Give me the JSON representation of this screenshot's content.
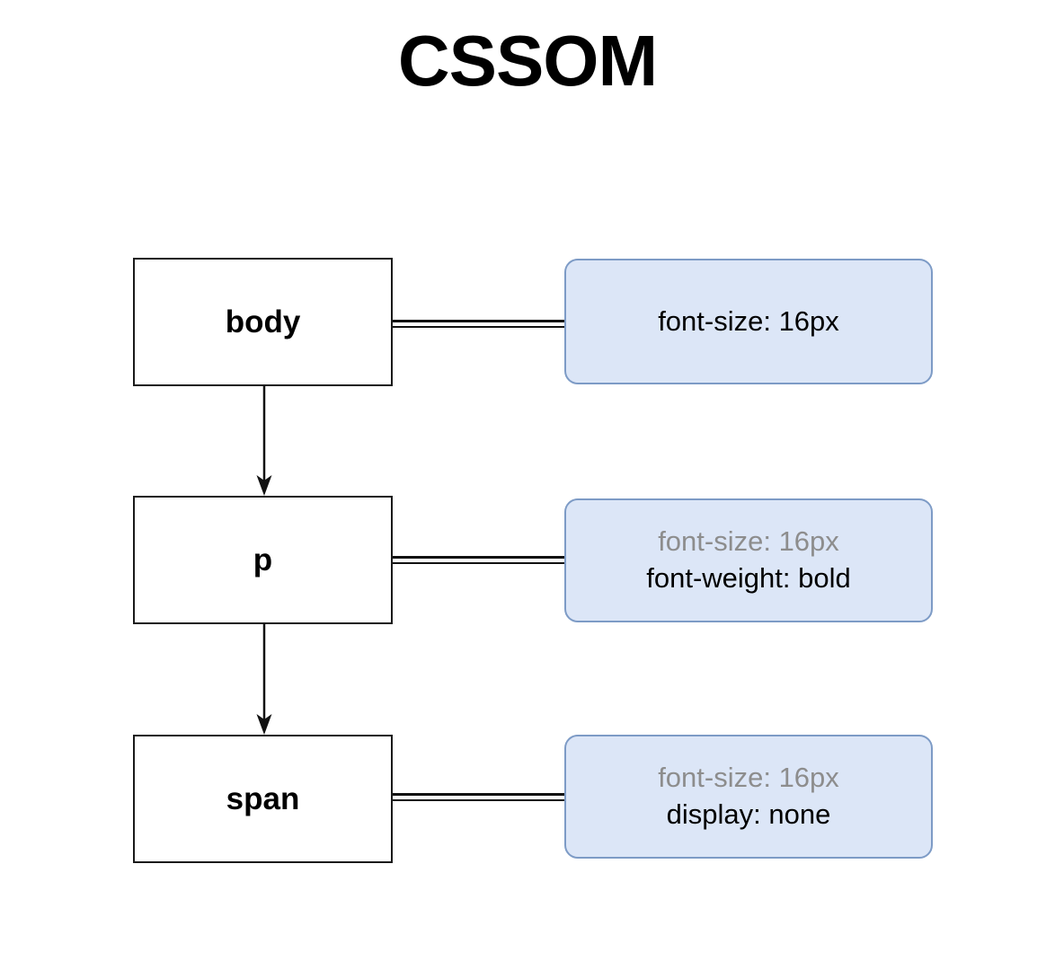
{
  "title": "CSSOM",
  "theme": {
    "background": "#ffffff",
    "node_fill": "#ffffff",
    "node_border": "#1a1a1a",
    "bubble_fill": "#dce6f7",
    "bubble_border": "#7d9bc6",
    "text": "#000000",
    "inherited_text": "#8d8d8d",
    "link": "#111111"
  },
  "nodes": [
    {
      "id": "body",
      "label": "body",
      "styles": [
        {
          "text": "font-size: 16px",
          "inherited": false
        }
      ]
    },
    {
      "id": "p",
      "label": "p",
      "styles": [
        {
          "text": "font-size: 16px",
          "inherited": true
        },
        {
          "text": "font-weight: bold",
          "inherited": false
        }
      ]
    },
    {
      "id": "span",
      "label": "span",
      "styles": [
        {
          "text": "font-size: 16px",
          "inherited": true
        },
        {
          "text": "display: none",
          "inherited": false
        }
      ]
    }
  ],
  "edges": [
    {
      "from": "body",
      "to": "p",
      "kind": "arrow"
    },
    {
      "from": "p",
      "to": "span",
      "kind": "arrow"
    },
    {
      "from": "body",
      "to": "body-styles",
      "kind": "double-line"
    },
    {
      "from": "p",
      "to": "p-styles",
      "kind": "double-line"
    },
    {
      "from": "span",
      "to": "span-styles",
      "kind": "double-line"
    }
  ]
}
